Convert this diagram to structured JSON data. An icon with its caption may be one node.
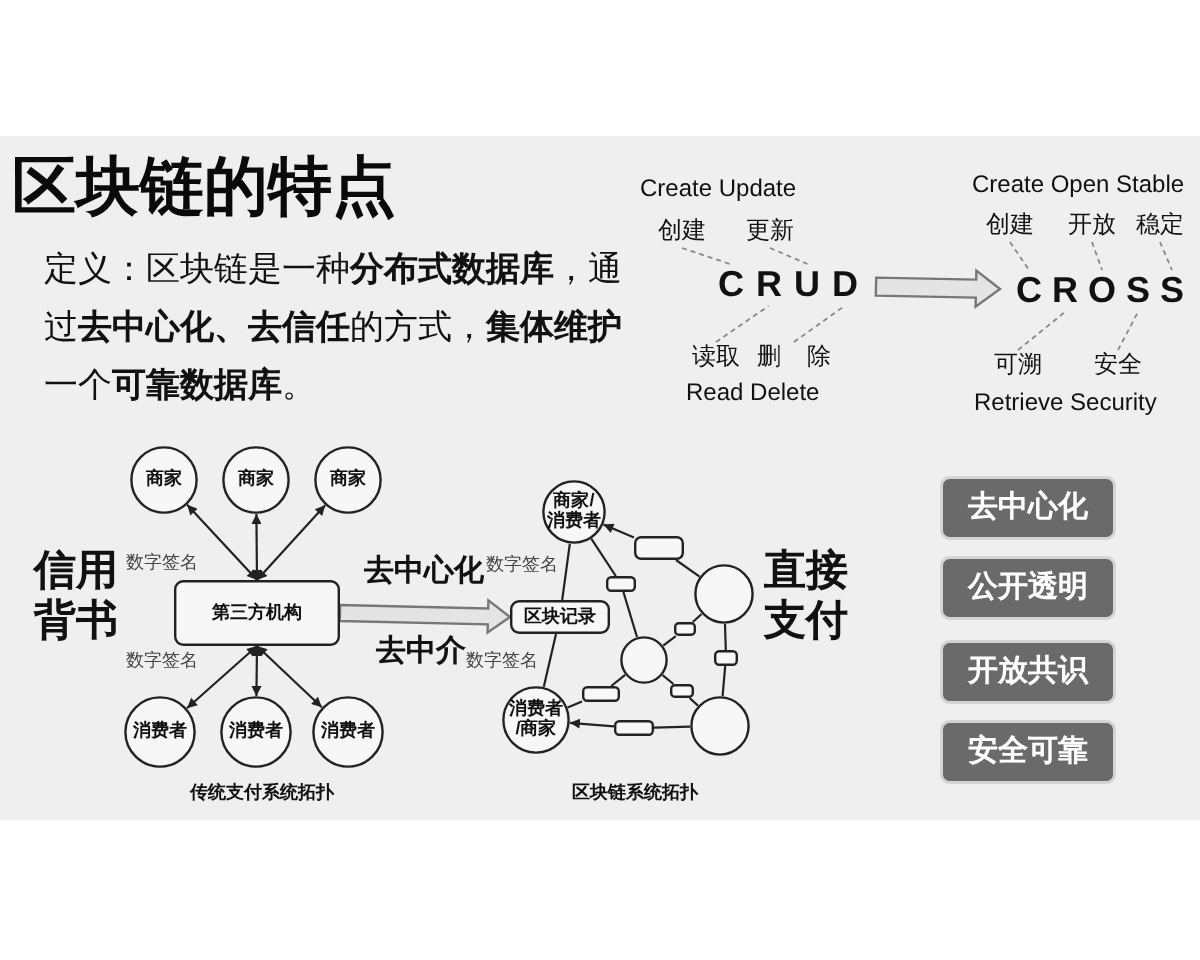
{
  "diagram": {
    "title": "区块链的特点",
    "nodes": [
      {
        "text": [
          "创建"
        ]
      },
      {
        "text": [
          "更新"
        ]
      },
      {
        "text": [
          "CRUD"
        ]
      },
      {
        "text": [
          "读取"
        ]
      },
      {
        "text": [
          "删除"
        ]
      },
      {
        "text": [
          "创建"
        ]
      },
      {
        "text": [
          "开放"
        ]
      },
      {
        "text": [
          "稳定"
        ]
      },
      {
        "text": [
          "CROSS"
        ]
      },
      {
        "text": [
          "可溯"
        ]
      },
      {
        "text": [
          "安全"
        ]
      },
      {
        "text": [
          "商家"
        ]
      },
      {
        "text": [
          "商家"
        ]
      },
      {
        "text": [
          "商家"
        ]
      },
      {
        "text": [
          "第三方机构"
        ]
      },
      {
        "text": [
          "消费者"
        ]
      },
      {
        "text": [
          "消费者"
        ]
      },
      {
        "text": [
          "消费者"
        ]
      },
      {
        "text": [
          "商家/消费者"
        ]
      },
      {
        "text": [],
        "shape": "box"
      },
      {
        "text": [],
        "shape": "circle"
      },
      {
        "text": [],
        "shape": "box"
      },
      {
        "text": [
          "区块记录"
        ]
      },
      {
        "text": [],
        "shape": "box"
      },
      {
        "text": [],
        "shape": "circle"
      },
      {
        "text": [],
        "shape": "box"
      },
      {
        "text": [],
        "shape": "box"
      },
      {
        "text": [],
        "shape": "box"
      },
      {
        "text": [
          "消费者/商家"
        ]
      },
      {
        "text": [],
        "shape": "box"
      },
      {
        "text": [],
        "shape": "circle"
      },
      {
        "text": [
          "去中心化"
        ]
      },
      {
        "text": [
          "公开透明"
        ]
      },
      {
        "text": [
          "开放共识"
        ]
      },
      {
        "text": [
          "安全可靠"
        ]
      }
    ],
    "edges": [
      {
        "from": 0,
        "to": 2,
        "arrow": "none",
        "style": "dashed",
        "color": "#888888"
      },
      {
        "from": 1,
        "to": 2,
        "arrow": "none",
        "style": "dashed",
        "color": "#888888"
      },
      {
        "from": 3,
        "to": 2,
        "arrow": "none",
        "style": "dashed",
        "color": "#888888"
      },
      {
        "from": 4,
        "to": 2,
        "arrow": "none",
        "style": "dashed",
        "color": "#888888"
      },
      {
        "from": 2,
        "to": 8,
        "arrow": "to",
        "style": "thick"
      },
      {
        "from": 5,
        "to": 8,
        "arrow": "none",
        "style": "dashed",
        "color": "#888888"
      },
      {
        "from": 6,
        "to": 8,
        "arrow": "none",
        "style": "dashed",
        "color": "#888888"
      },
      {
        "from": 7,
        "to": 8,
        "arrow": "none",
        "style": "dashed",
        "color": "#888888"
      },
      {
        "from": 9,
        "to": 8,
        "arrow": "none",
        "style": "dashed",
        "color": "#888888"
      },
      {
        "from": 10,
        "to": 8,
        "arrow": "none",
        "style": "dashed",
        "color": "#888888"
      },
      {
        "from": 14,
        "to": 11,
        "arrow": "both"
      },
      {
        "from": 14,
        "to": 12,
        "arrow": "both"
      },
      {
        "from": 14,
        "to": 13,
        "arrow": "both"
      },
      {
        "from": 14,
        "to": 15,
        "arrow": "both"
      },
      {
        "from": 14,
        "to": 16,
        "arrow": "both"
      },
      {
        "from": 14,
        "to": 17,
        "arrow": "both"
      },
      {
        "from": 14,
        "to": 22,
        "arrow": "to",
        "style": "thick"
      },
      {
        "from": 18,
        "to": 22,
        "arrow": "none"
      },
      {
        "from": 22,
        "to": 28,
        "arrow": "none"
      },
      {
        "from": 19,
        "to": 18,
        "arrow": "to"
      },
      {
        "from": 19,
        "to": 20,
        "arrow": "none"
      },
      {
        "from": 18,
        "to": 21,
        "arrow": "none"
      },
      {
        "from": 21,
        "to": 24,
        "arrow": "none"
      },
      {
        "from": 24,
        "to": 23,
        "arrow": "none"
      },
      {
        "from": 23,
        "to": 20,
        "arrow": "none"
      },
      {
        "from": 20,
        "to": 25,
        "arrow": "none"
      },
      {
        "from": 25,
        "to": 30,
        "arrow": "none"
      },
      {
        "from": 28,
        "to": 26,
        "arrow": "none"
      },
      {
        "from": 26,
        "to": 24,
        "arrow": "none"
      },
      {
        "from": 24,
        "to": 27,
        "arrow": "none"
      },
      {
        "from": 27,
        "to": 30,
        "arrow": "none"
      },
      {
        "from": 29,
        "to": 28,
        "arrow": "to"
      },
      {
        "from": 29,
        "to": 30,
        "arrow": "none"
      }
    ],
    "labels": [
      "定义：区块链是一种**分布式数据库**，通过**去中心化、去信任**的方式，**集体维护**一个**可靠数据库**。",
      "Create Update",
      "Create Open Stable",
      "Read Delete",
      "Retrieve Security",
      "数字签名",
      "信用背书",
      "去中心化",
      "数字签名",
      "直接支付",
      "去中介",
      "数字签名",
      "数字签名",
      "传统支付系统拓扑",
      "区块链系统拓扑"
    ]
  }
}
